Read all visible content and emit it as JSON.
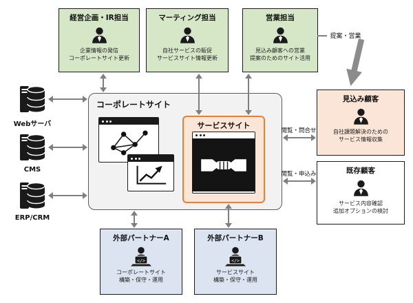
{
  "top_actors": [
    {
      "title": "経営企画・IR担当",
      "desc1": "企業情報の発信",
      "desc2": "コーポレートサイト更新"
    },
    {
      "title": "マーティング担当",
      "desc1": "自社サービスの販促",
      "desc2": "サービスサイト情報更新"
    },
    {
      "title": "営業担当",
      "desc1": "見込み顧客への営業",
      "desc2": "提案のためのサイト活用"
    }
  ],
  "servers": [
    {
      "label": "Webサーバ"
    },
    {
      "label": "CMS"
    },
    {
      "label": "ERP/CRM"
    }
  ],
  "central": {
    "title": "コーポレートサイト",
    "service_title": "サービスサイト"
  },
  "flows": {
    "proposal": "提案・営業",
    "prospect_arrow": "閲覧・問合せ",
    "existing_arrow": "閲覧・申込み"
  },
  "customers": {
    "prospect": {
      "title": "見込み顧客",
      "desc1": "自社課題解決のための",
      "desc2": "サービス情報収集"
    },
    "existing": {
      "title": "既存顧客",
      "desc1": "サービス内容確認",
      "desc2": "追加オプションの検討"
    }
  },
  "partners": [
    {
      "title": "外部パートナーA",
      "desc1": "コーポレートサイト",
      "desc2": "構築・保守・運用"
    },
    {
      "title": "外部パートナーB",
      "desc1": "サービスサイト",
      "desc2": "構築・保守・運用"
    }
  ],
  "icons": {
    "laptop_code": "</>"
  },
  "colors": {
    "actor_green": "#d6e7c8",
    "customer_peach": "#fbe5d6",
    "partner_blue": "#dbe4f0",
    "service_border_orange": "#ed7d31",
    "central_gray": "#f2f2f2",
    "arrow_gray": "#7f7f7f"
  }
}
